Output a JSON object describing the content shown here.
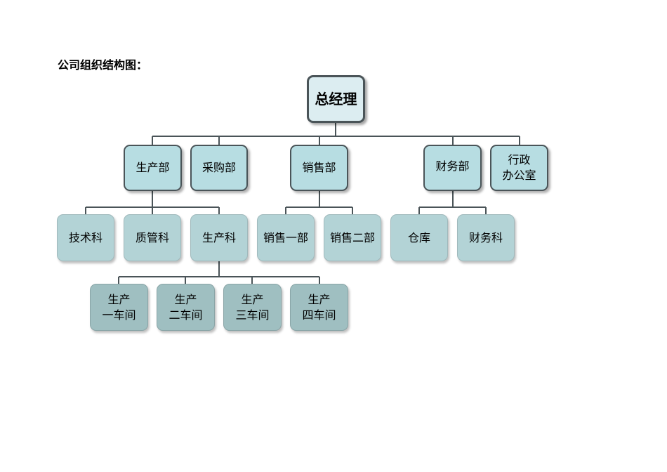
{
  "page": {
    "title": "公司组织结构图："
  },
  "colors": {
    "line": "#4a5458",
    "level0_fill": "#dcedf1",
    "level1_fill": "#b7dde2",
    "level2_fill": "#b3d3d6",
    "level3_fill": "#9fbfc1"
  },
  "org": {
    "gm": {
      "label": "总经理"
    },
    "production": {
      "label": "生产部",
      "children": [
        {
          "label": "技术科"
        },
        {
          "label": "质管科"
        },
        {
          "label": "生产科",
          "children": [
            {
              "line1": "生产",
              "line2": "一车间"
            },
            {
              "line1": "生产",
              "line2": "二车间"
            },
            {
              "line1": "生产",
              "line2": "三车间"
            },
            {
              "line1": "生产",
              "line2": "四车间"
            }
          ]
        }
      ]
    },
    "purchasing": {
      "label": "采购部"
    },
    "sales": {
      "label": "销售部",
      "children": [
        {
          "label": "销售一部"
        },
        {
          "label": "销售二部"
        }
      ]
    },
    "finance": {
      "label": "财务部",
      "children": [
        {
          "label": "仓库"
        },
        {
          "label": "财务科"
        }
      ]
    },
    "admin": {
      "line1": "行政",
      "line2": "办公室"
    }
  }
}
